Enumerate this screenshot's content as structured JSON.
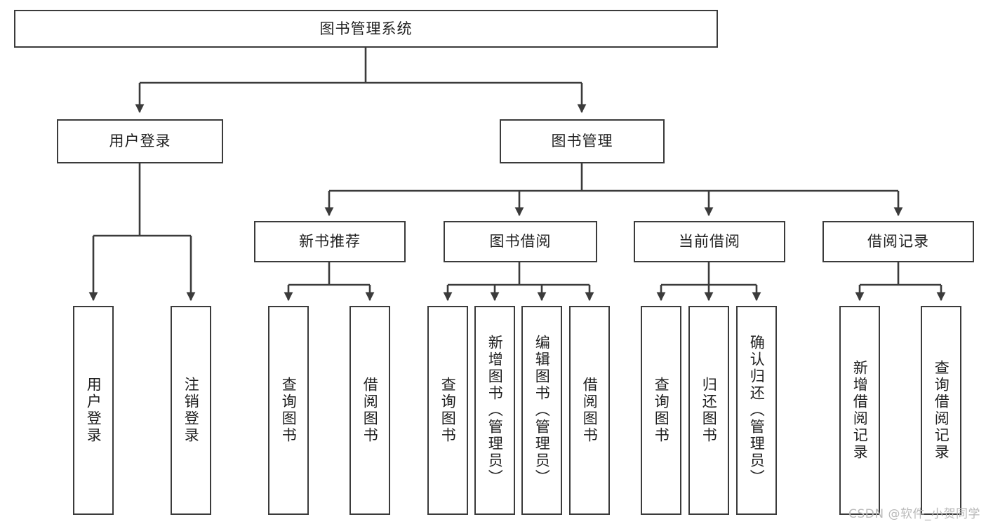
{
  "diagram": {
    "title": "图书管理系统",
    "type": "tree-hierarchy-chart",
    "watermark": "CSDN @软件_小贺同学",
    "line_color": "#3b3b3b",
    "box_fill": "#ffffff",
    "text_color": "#1f1f1f"
  },
  "nodes": {
    "root": {
      "label": "图书管理系统"
    },
    "level1": [
      {
        "label": "用户登录"
      },
      {
        "label": "图书管理"
      }
    ],
    "level2": [
      {
        "label": "新书推荐"
      },
      {
        "label": "图书借阅"
      },
      {
        "label": "当前借阅"
      },
      {
        "label": "借阅记录"
      }
    ],
    "leaves": {
      "user_login": [
        {
          "label": "用户登录"
        },
        {
          "label": "注销登录"
        }
      ],
      "new_book_recommend": [
        {
          "label": "查询图书"
        },
        {
          "label": "借阅图书"
        }
      ],
      "book_borrow": [
        {
          "label": "查询图书"
        },
        {
          "label": "新增图书（管理员）"
        },
        {
          "label": "编辑图书（管理员）"
        },
        {
          "label": "借阅图书"
        }
      ],
      "current_borrow": [
        {
          "label": "查询图书"
        },
        {
          "label": "归还图书"
        },
        {
          "label": "确认归还（管理员）"
        }
      ],
      "borrow_record": [
        {
          "label": "新增借阅记录"
        },
        {
          "label": "查询借阅记录"
        }
      ]
    }
  }
}
